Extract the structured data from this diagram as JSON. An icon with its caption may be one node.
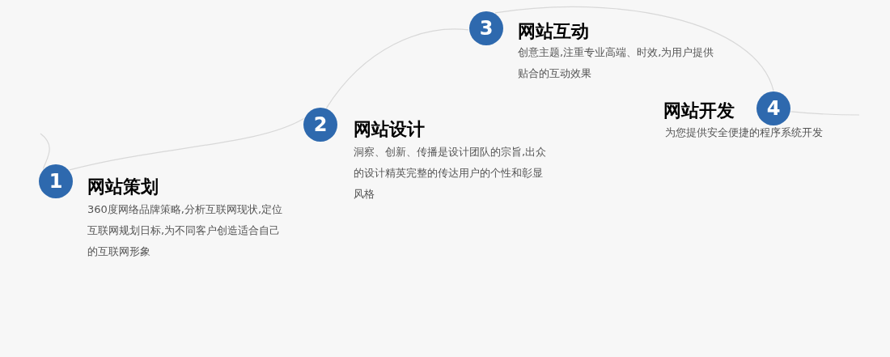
{
  "diagram": {
    "nodes": [
      {
        "text": [
          "1",
          "网站策划"
        ],
        "beside": [
          "360度网络品牌策略,分析互联网现状,定位互联网规划日标,为不同客户创造适合自己的互联网形象"
        ]
      },
      {
        "text": [
          "2",
          "网站设计"
        ],
        "beside": [
          "洞察、创新、传播是设计团队的宗旨,出众的设计精英完整的传达用户的个性和彰显风格"
        ]
      },
      {
        "text": [
          "3",
          "网站互动"
        ],
        "beside": [
          "创意主题,注重专业高端、时效,为用户提供贴合的互动效果"
        ]
      },
      {
        "text": [
          "网站开发",
          "4"
        ],
        "beside": [
          "为您提供安全便捷的程序系统开发"
        ]
      }
    ],
    "edges": [
      {
        "from": null,
        "to": 0,
        "arrow": "none"
      },
      {
        "from": 0,
        "to": 1,
        "arrow": "none"
      },
      {
        "from": 1,
        "to": 2,
        "arrow": "none"
      },
      {
        "from": 2,
        "to": 3,
        "arrow": "none"
      },
      {
        "from": 3,
        "to": null,
        "arrow": "none"
      }
    ]
  }
}
